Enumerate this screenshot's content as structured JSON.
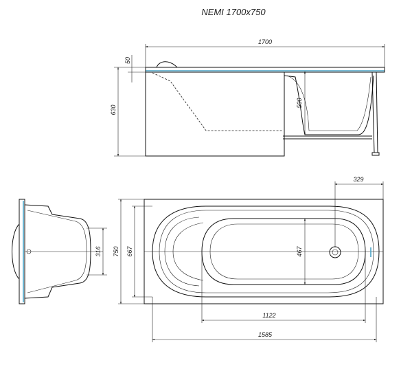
{
  "title": "NEMI 1700x750",
  "dimensions": {
    "overall_length": "1700",
    "rim_height": "50",
    "total_height": "630",
    "basin_depth": "500",
    "drain_offset": "329",
    "overall_width": "750",
    "inner_width": "667",
    "basin_width": "467",
    "end_depth": "316",
    "basin_length": "1122",
    "inner_length": "1585"
  },
  "colors": {
    "accent": "#4aa3c6",
    "line": "#111111"
  }
}
